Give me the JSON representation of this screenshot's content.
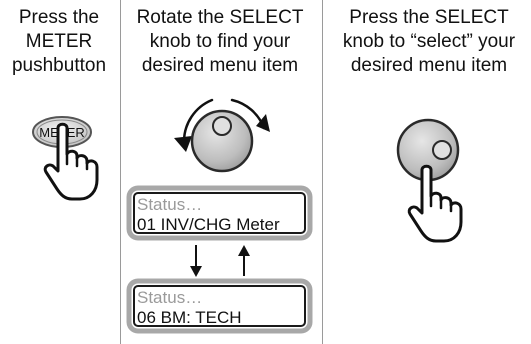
{
  "steps": [
    {
      "text_lines": [
        "Press the",
        "METER",
        "pushbutton"
      ]
    },
    {
      "text_lines": [
        "Rotate the SELECT",
        "knob to find your",
        "desired menu item"
      ]
    },
    {
      "text_lines": [
        "Press the SELECT",
        "knob to “select” your",
        "desired menu item"
      ]
    }
  ],
  "meter_button": {
    "label": "METER"
  },
  "displays": [
    {
      "line1": "Status…",
      "line2": "01 INV/CHG Meter"
    },
    {
      "line1": "Status…",
      "line2": "06 BM: TECH"
    }
  ],
  "icons": {
    "rotate": "rotate-arrows-icon",
    "pointing_hand": "pointing-hand-icon",
    "arrow_down": "arrow-down-icon",
    "arrow_up": "arrow-up-icon"
  },
  "colors": {
    "knob_fill": "#c9c9c9",
    "knob_stroke": "#2a2a2a",
    "display_frame": "#a8a8a8",
    "status_text": "#9a9a9a",
    "divider": "#9a9a9a"
  }
}
